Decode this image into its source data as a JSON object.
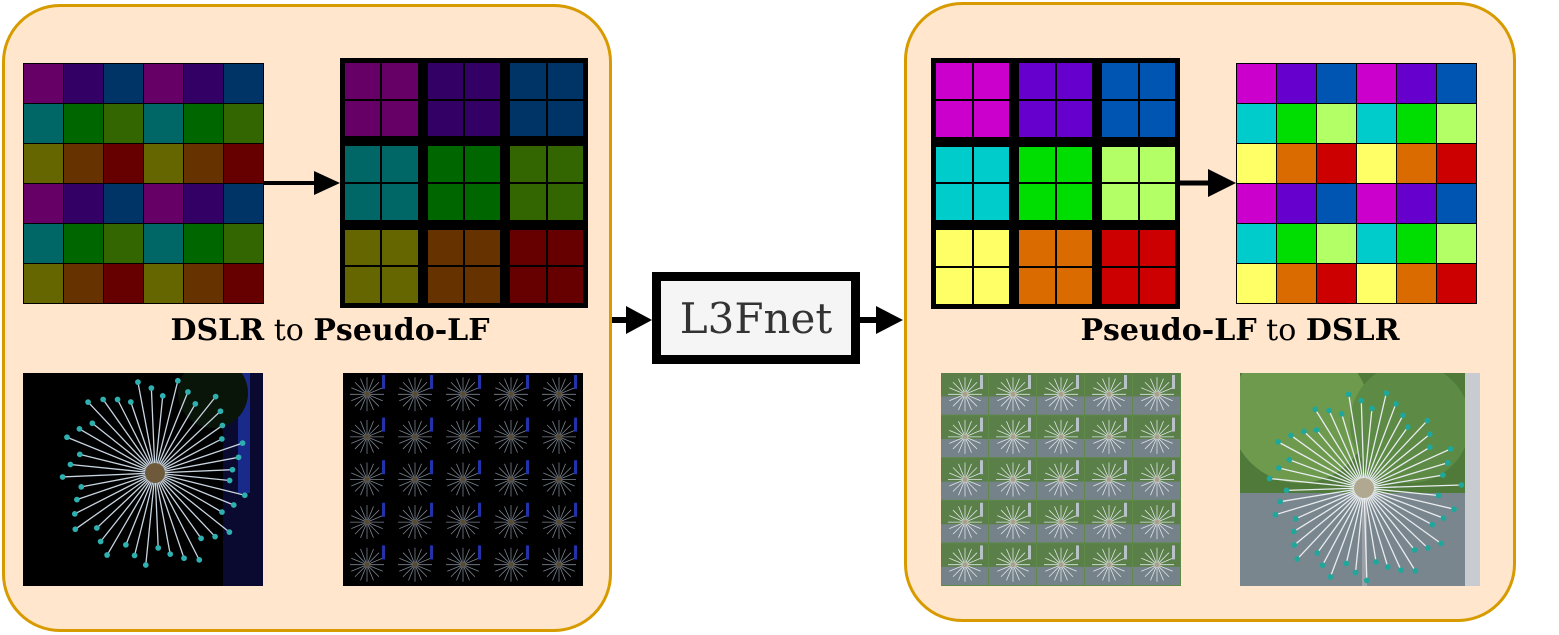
{
  "left_panel": {
    "caption": {
      "bold1": "DSLR",
      "mid": "to",
      "bold2": "Pseudo-LF"
    },
    "grid_colors": [
      [
        "#660066",
        "#330066",
        "#003366",
        "#660066",
        "#330066",
        "#003366"
      ],
      [
        "#006666",
        "#006600",
        "#336600",
        "#006666",
        "#006600",
        "#336600"
      ],
      [
        "#666600",
        "#663300",
        "#660000",
        "#666600",
        "#663300",
        "#660000"
      ],
      [
        "#660066",
        "#330066",
        "#003366",
        "#660066",
        "#330066",
        "#003366"
      ],
      [
        "#006666",
        "#006600",
        "#336600",
        "#006666",
        "#006600",
        "#336600"
      ],
      [
        "#666600",
        "#663300",
        "#660000",
        "#666600",
        "#663300",
        "#660000"
      ]
    ],
    "block_colors": [
      [
        "#660066",
        "#330066",
        "#003366"
      ],
      [
        "#006666",
        "#006600",
        "#336600"
      ],
      [
        "#666600",
        "#663300",
        "#660000"
      ]
    ]
  },
  "network": {
    "label": "L3Fnet"
  },
  "right_panel": {
    "caption": {
      "bold1": "Pseudo-LF",
      "mid": "to",
      "bold2": "DSLR"
    },
    "block_colors": [
      [
        "#cc00cc",
        "#6600cc",
        "#0055b3"
      ],
      [
        "#00cccc",
        "#00dd00",
        "#b3ff66"
      ],
      [
        "#ffff66",
        "#d96b00",
        "#cc0000"
      ]
    ],
    "grid_colors": [
      [
        "#cc00cc",
        "#6600cc",
        "#0055b3",
        "#cc00cc",
        "#6600cc",
        "#0055b3"
      ],
      [
        "#00cccc",
        "#00dd00",
        "#b3ff66",
        "#00cccc",
        "#00dd00",
        "#b3ff66"
      ],
      [
        "#ffff66",
        "#d96b00",
        "#cc0000",
        "#ffff66",
        "#d96b00",
        "#cc0000"
      ],
      [
        "#cc00cc",
        "#6600cc",
        "#0055b3",
        "#cc00cc",
        "#6600cc",
        "#0055b3"
      ],
      [
        "#00cccc",
        "#00dd00",
        "#b3ff66",
        "#00cccc",
        "#00dd00",
        "#b3ff66"
      ],
      [
        "#ffff66",
        "#d96b00",
        "#cc0000",
        "#ffff66",
        "#d96b00",
        "#cc0000"
      ]
    ]
  },
  "colors": {
    "panel_fill": "#ffe6cc",
    "panel_border": "#d79b00",
    "net_fill": "#f5f5f5",
    "dark_photo_bg": "#000000",
    "bright_photo_bg": "#5f8a48"
  },
  "icons": {
    "dark_photo": "dark-fountain-photo-icon",
    "dark_lf_photo": "dark-lf-mosaic-photo-icon",
    "bright_lf_photo": "bright-lf-mosaic-photo-icon",
    "bright_photo": "bright-fountain-photo-icon"
  }
}
